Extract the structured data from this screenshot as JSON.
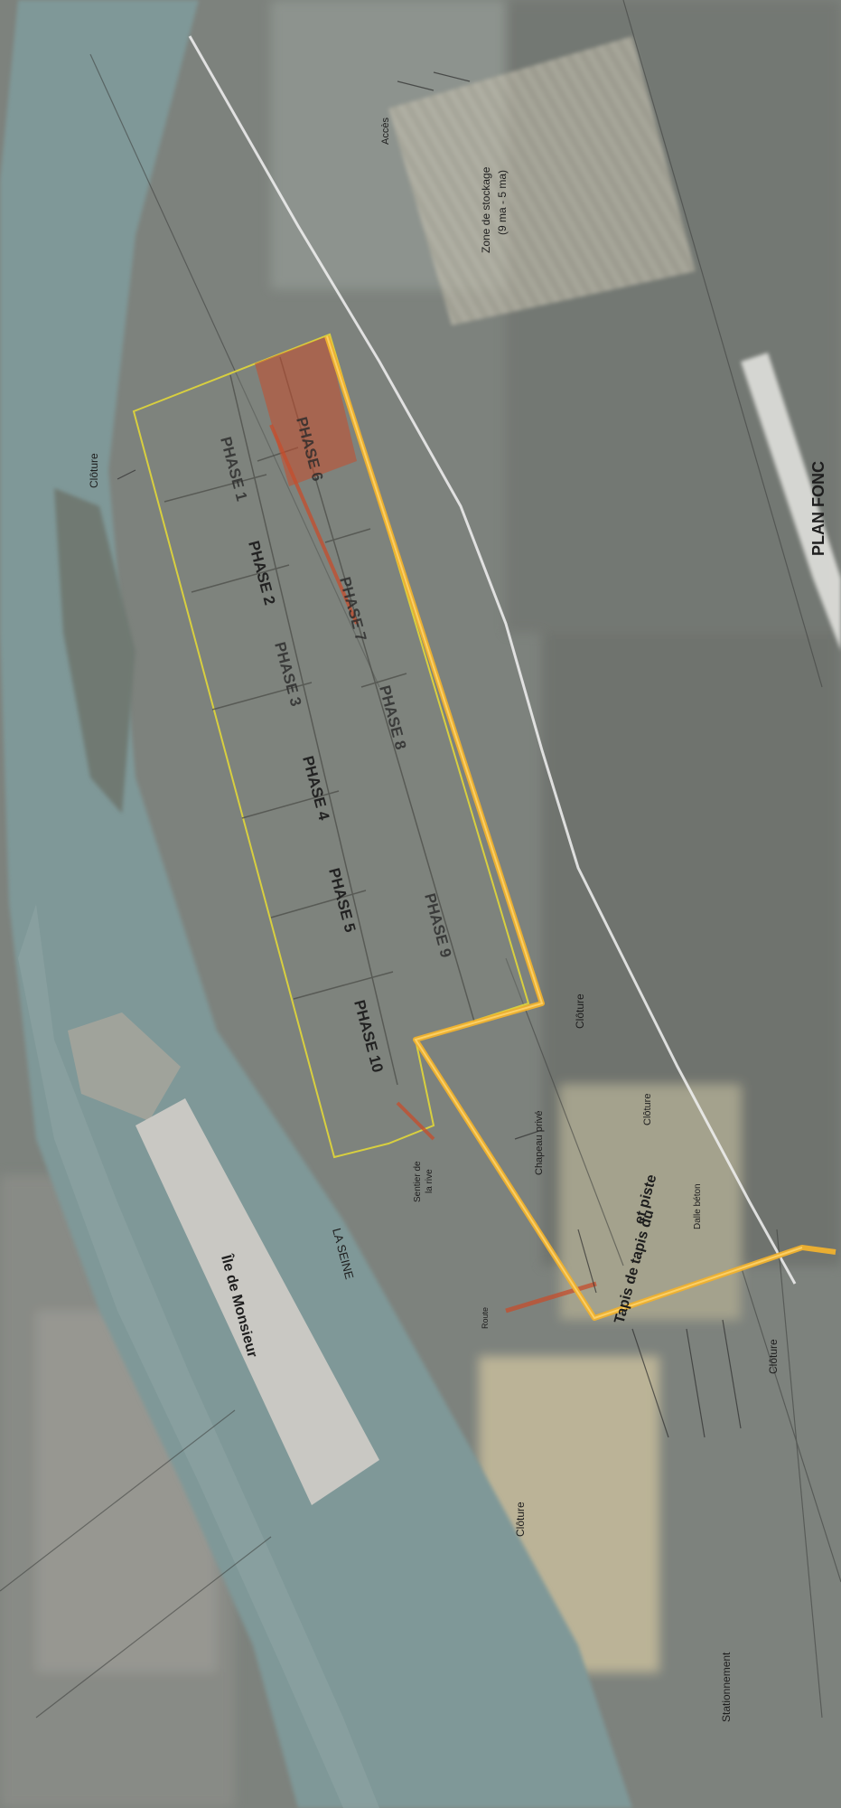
{
  "map": {
    "title": "PLAN FONC",
    "colors": {
      "water": "#7f9898",
      "land": "#7d827d",
      "parcel_outline": "#d8cf3f",
      "project_boundary": "#f0b12e",
      "phase_highlight": "#c64d2c",
      "path": "#f2f2f2"
    },
    "phases": [
      {
        "label": "PHASE 1"
      },
      {
        "label": "PHASE 2"
      },
      {
        "label": "PHASE 3"
      },
      {
        "label": "PHASE 4"
      },
      {
        "label": "PHASE 5"
      },
      {
        "label": "PHASE 10"
      },
      {
        "label": "PHASE 6"
      },
      {
        "label": "PHASE 7"
      },
      {
        "label": "PHASE 8"
      },
      {
        "label": "PHASE 9"
      }
    ],
    "labels": {
      "island": "Île de Monsieur",
      "river": "LA SEINE",
      "cloture_1": "Clôture",
      "cloture_2": "Clôture",
      "cloture_3": "Clôture",
      "cloture_4": "Clôture",
      "cloture_5": "Clôture",
      "road_label": "Route",
      "sentier": "Sentier de",
      "sentier_2": "la rive",
      "tapis_1": "Tapis de tapis du",
      "tapis_2": "et piste",
      "chapeau": "Chapeau privé",
      "blurry_top": "Accès",
      "blurry_right": "Zone de stockage",
      "blurry_right_2": "(9 ma - 5 ma)",
      "blurry_bottom": "Stationnement",
      "blurry_dalle": "Dalle béton"
    }
  }
}
